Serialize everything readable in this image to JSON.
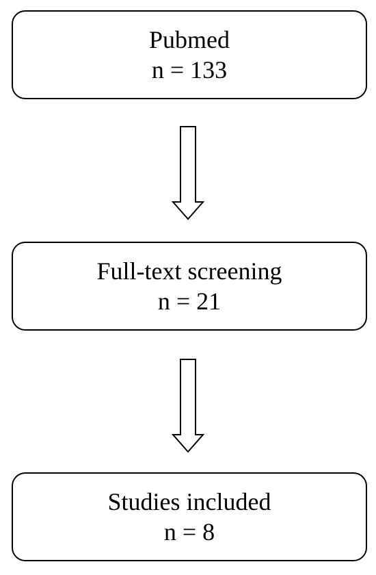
{
  "flowchart": {
    "steps": [
      {
        "label": "Pubmed",
        "count": "n = 133"
      },
      {
        "label": "Full-text screening",
        "count": "n = 21"
      },
      {
        "label": "Studies included",
        "count": "n = 8"
      }
    ],
    "colors": {
      "stroke": "#000000",
      "fill": "#ffffff",
      "text": "#000000"
    },
    "icons": [
      "down-arrow-icon",
      "down-arrow-icon"
    ]
  }
}
